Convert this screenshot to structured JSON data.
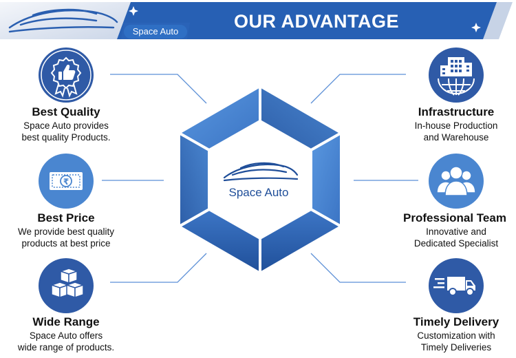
{
  "banner": {
    "title": "OUR ADVANTAGE",
    "brand": "Space Auto"
  },
  "center": {
    "label": "Space Auto"
  },
  "features": {
    "best_quality": {
      "title": "Best Quality",
      "desc_line1": "Space Auto provides",
      "desc_line2": "best quality Products."
    },
    "best_price": {
      "title": "Best Price",
      "desc_line1": "We provide best quality",
      "desc_line2": "products at best price"
    },
    "wide_range": {
      "title": "Wide Range",
      "desc_line1": "Space Auto offers",
      "desc_line2": "wide range of products."
    },
    "infrastructure": {
      "title": "Infrastructure",
      "desc_line1": "In-house Production",
      "desc_line2": "and Warehouse"
    },
    "professional_team": {
      "title": "Professional Team",
      "desc_line1": "Innovative and",
      "desc_line2": "Dedicated Specialist"
    },
    "timely_delivery": {
      "title": "Timely Delivery",
      "desc_line1": "Customization with",
      "desc_line2": "Timely Deliveries"
    }
  },
  "icons": {
    "best_quality": "thumbs-up-badge-icon",
    "best_price": "rupee-banknote-icon",
    "wide_range": "stacked-boxes-icon",
    "infrastructure": "buildings-globe-icon",
    "professional_team": "team-people-icon",
    "timely_delivery": "delivery-truck-icon"
  },
  "colors": {
    "primary_blue": "#2f5aa6",
    "dark_blue": "#1f4e99",
    "light_blue": "#4a86d0",
    "line_blue": "#5b8fd6"
  }
}
